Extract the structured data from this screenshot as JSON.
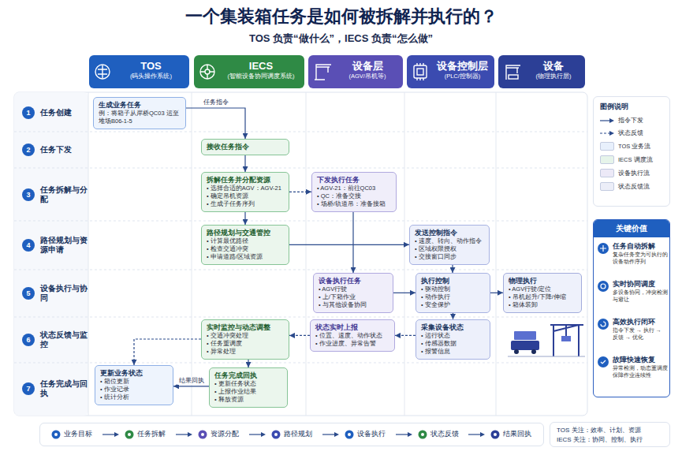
{
  "diagram": {
    "title": "一个集装箱任务是如何被拆解并执行的？",
    "nodes": [
      {
        "text": [
          "TOS",
          "(码头操作系统)"
        ]
      },
      {
        "text": [
          "IECS",
          "(智能设备协同调度系统)"
        ]
      },
      {
        "text": [
          "设备层",
          "(AGV/吊机等)"
        ]
      },
      {
        "text": [
          "设备控制层",
          "(PLC/控制器)"
        ]
      },
      {
        "text": [
          "设备",
          "(物理执行层)"
        ]
      },
      {
        "text": [
          "1",
          "任务创建"
        ]
      },
      {
        "text": [
          "2",
          "任务下发"
        ]
      },
      {
        "text": [
          "3",
          "任务拆解与分配"
        ]
      },
      {
        "text": [
          "4",
          "路径规划与资源申请"
        ]
      },
      {
        "text": [
          "5",
          "设备执行与协同"
        ]
      },
      {
        "text": [
          "6",
          "状态反馈与监控"
        ]
      },
      {
        "text": [
          "7",
          "任务完成与回执"
        ]
      },
      {
        "text": [
          "生成业务任务",
          "例：将箱子从岸桥QC03 运至堆场B06-1-5"
        ]
      },
      {
        "text": [
          "接收任务指令"
        ]
      },
      {
        "text": [
          "拆解任务并分配资源",
          "• 选择合适的AGV：AGV-21",
          "• 确定吊机资源",
          "• 生成子任务序列"
        ]
      },
      {
        "text": [
          "下发执行任务",
          "• AGV-21：前往QC03",
          "• QC：准备交接",
          "• 场桥/轨道吊：准备接箱"
        ]
      },
      {
        "text": [
          "路径规划与交通管控",
          "• 计算最优路径",
          "• 检查交通冲突",
          "• 申请道路/区域资源"
        ]
      },
      {
        "text": [
          "发送控制指令",
          "• 速度、转向、动作指令",
          "• 区域权限授权",
          "• 交接窗口同步"
        ]
      },
      {
        "text": [
          "设备执行任务",
          "• AGV行驶",
          "• 上/下箱作业",
          "• 与其他设备协同"
        ]
      },
      {
        "text": [
          "执行控制",
          "• 驱动控制",
          "• 动作执行",
          "• 安全保护"
        ]
      },
      {
        "text": [
          "物理执行",
          "• AGV行驶/定位",
          "• 吊机起升/下降/伸缩",
          "• 箱体装卸"
        ]
      },
      {
        "text": [
          "实时监控与动态调整",
          "• 交通冲突处理",
          "• 任务重调度",
          "• 异常处理"
        ]
      },
      {
        "text": [
          "状态实时上报",
          "• 位置、速度、动作状态",
          "• 作业进度、异常告警"
        ]
      },
      {
        "text": [
          "采集设备状态",
          "• 运行状态",
          "• 传感器数据",
          "• 报警信息"
        ]
      },
      {
        "text": [
          "更新业务状态",
          "• 箱位更新",
          "• 作业记录",
          "• 统计分析"
        ]
      },
      {
        "text": [
          "任务完成回执",
          "• 更新任务状态",
          "• 上报作业结果",
          "• 释放资源"
        ]
      },
      {
        "text": [
          "关键价值"
        ]
      },
      {
        "text": [
          "任务自动拆解",
          "复杂任务变为可执行的设备动作序列"
        ],
        "in": 26
      },
      {
        "text": [
          "实时协同调度",
          "多设备协同，冲突检测与避让"
        ],
        "in": 26
      },
      {
        "text": [
          "高效执行闭环",
          "指令下发 → 执行 → 反馈 → 优化"
        ],
        "in": 26
      },
      {
        "text": [
          "故障快速恢复",
          "异常检测，动态重调度 保障作业连续性"
        ],
        "in": 26
      },
      {
        "text": [
          "TOS 关注：效率、计划、资源",
          "IECS 关注：协同、控制、执行"
        ]
      }
    ],
    "edges": [
      {
        "from": 12,
        "to": 13,
        "label": "任务指令",
        "arrow": "to"
      },
      {
        "from": 13,
        "to": 14,
        "arrow": "to"
      },
      {
        "from": 14,
        "to": 15,
        "arrow": "to"
      },
      {
        "from": 14,
        "to": 16,
        "arrow": "to"
      },
      {
        "from": 16,
        "to": 17,
        "arrow": "to"
      },
      {
        "from": 17,
        "to": 19,
        "arrow": "to"
      },
      {
        "from": 15,
        "to": 18,
        "arrow": "to"
      },
      {
        "from": 18,
        "to": 19,
        "arrow": "to"
      },
      {
        "from": 19,
        "to": 20,
        "arrow": "to"
      },
      {
        "from": 19,
        "to": 23,
        "arrow": "to"
      },
      {
        "from": 23,
        "to": 22,
        "arrow": "to"
      },
      {
        "from": 22,
        "to": 21,
        "arrow": "to"
      },
      {
        "from": 21,
        "to": 24,
        "arrow": "to"
      },
      {
        "from": 21,
        "to": 25,
        "arrow": "to"
      },
      {
        "from": 25,
        "to": 24,
        "label": "结果回执",
        "arrow": "to"
      }
    ],
    "labels": [
      "TOS 负责“做什么”，IECS 负责“怎么做”",
      "图例说明",
      "业务目标",
      "任务拆解",
      "资源分配",
      "路径规划",
      "设备执行",
      "状态反馈",
      "结果回执"
    ],
    "legend": [
      {
        "text": "指令下发"
      },
      {
        "text": "状态反馈"
      },
      {
        "text": "TOS 业务流",
        "color": "#e8f0fc"
      },
      {
        "text": "IECS 调度流",
        "color": "#e6f4ea"
      },
      {
        "text": "设备执行流",
        "color": "#ece9f7"
      },
      {
        "text": "状态反馈流",
        "color": "#eceef8"
      }
    ]
  }
}
